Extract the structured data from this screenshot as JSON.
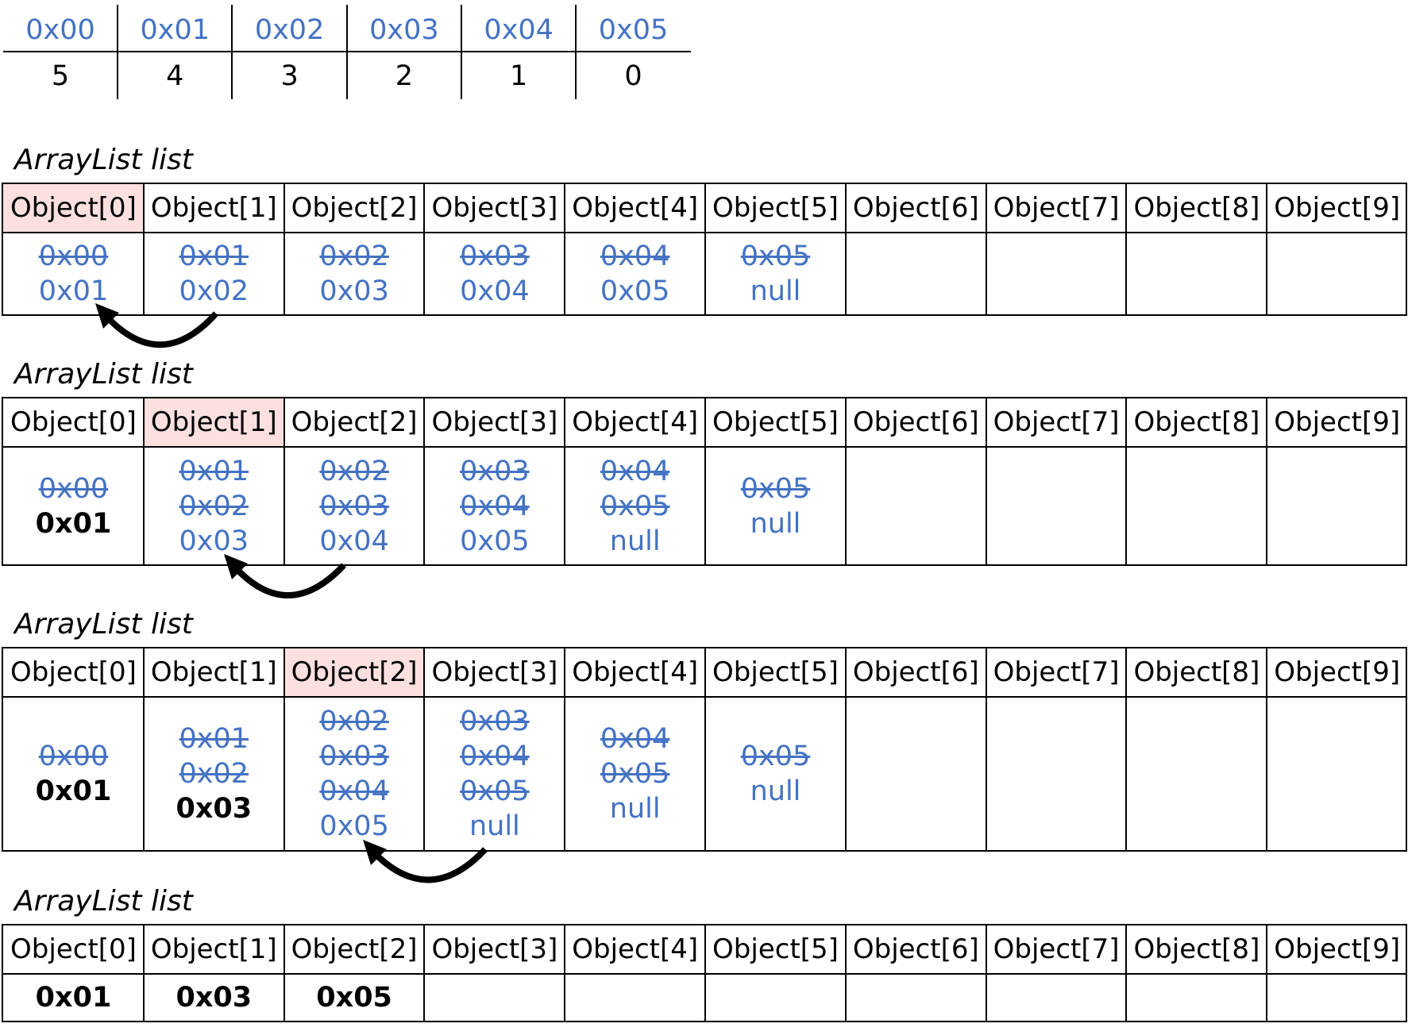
{
  "top_table": {
    "addresses": [
      "0x00",
      "0x01",
      "0x02",
      "0x03",
      "0x04",
      "0x05"
    ],
    "values": [
      "5",
      "4",
      "3",
      "2",
      "1",
      "0"
    ]
  },
  "steps": [
    {
      "title": "ArrayList list",
      "highlight": 0,
      "headers": [
        "Object[0]",
        "Object[1]",
        "Object[2]",
        "Object[3]",
        "Object[4]",
        "Object[5]",
        "Object[6]",
        "Object[7]",
        "Object[8]",
        "Object[9]"
      ],
      "cells": [
        [
          {
            "t": "0x00",
            "s": 1
          },
          {
            "t": "0x01"
          }
        ],
        [
          {
            "t": "0x01",
            "s": 1
          },
          {
            "t": "0x02"
          }
        ],
        [
          {
            "t": "0x02",
            "s": 1
          },
          {
            "t": "0x03"
          }
        ],
        [
          {
            "t": "0x03",
            "s": 1
          },
          {
            "t": "0x04"
          }
        ],
        [
          {
            "t": "0x04",
            "s": 1
          },
          {
            "t": "0x05"
          }
        ],
        [
          {
            "t": "0x05",
            "s": 1
          },
          {
            "t": "null"
          }
        ],
        [],
        [],
        [],
        []
      ]
    },
    {
      "title": "ArrayList list",
      "highlight": 1,
      "headers": [
        "Object[0]",
        "Object[1]",
        "Object[2]",
        "Object[3]",
        "Object[4]",
        "Object[5]",
        "Object[6]",
        "Object[7]",
        "Object[8]",
        "Object[9]"
      ],
      "cells": [
        [
          {
            "t": "0x00",
            "s": 1
          },
          {
            "t": "0x01",
            "b": 1
          }
        ],
        [
          {
            "t": "0x01",
            "s": 1
          },
          {
            "t": "0x02",
            "s": 1
          },
          {
            "t": "0x03"
          }
        ],
        [
          {
            "t": "0x02",
            "s": 1
          },
          {
            "t": "0x03",
            "s": 1
          },
          {
            "t": "0x04"
          }
        ],
        [
          {
            "t": "0x03",
            "s": 1
          },
          {
            "t": "0x04",
            "s": 1
          },
          {
            "t": "0x05"
          }
        ],
        [
          {
            "t": "0x04",
            "s": 1
          },
          {
            "t": "0x05",
            "s": 1
          },
          {
            "t": "null"
          }
        ],
        [
          {
            "t": "0x05",
            "s": 1
          },
          {
            "t": "null"
          }
        ],
        [],
        [],
        [],
        []
      ]
    },
    {
      "title": "ArrayList list",
      "highlight": 2,
      "headers": [
        "Object[0]",
        "Object[1]",
        "Object[2]",
        "Object[3]",
        "Object[4]",
        "Object[5]",
        "Object[6]",
        "Object[7]",
        "Object[8]",
        "Object[9]"
      ],
      "cells": [
        [
          {
            "t": "0x00",
            "s": 1
          },
          {
            "t": "0x01",
            "b": 1
          }
        ],
        [
          {
            "t": "0x01",
            "s": 1
          },
          {
            "t": "0x02",
            "s": 1
          },
          {
            "t": "0x03",
            "b": 1
          }
        ],
        [
          {
            "t": "0x02",
            "s": 1
          },
          {
            "t": "0x03",
            "s": 1
          },
          {
            "t": "0x04",
            "s": 1
          },
          {
            "t": "0x05"
          }
        ],
        [
          {
            "t": "0x03",
            "s": 1
          },
          {
            "t": "0x04",
            "s": 1
          },
          {
            "t": "0x05",
            "s": 1
          },
          {
            "t": "null"
          }
        ],
        [
          {
            "t": "0x04",
            "s": 1
          },
          {
            "t": "0x05",
            "s": 1
          },
          {
            "t": "null"
          }
        ],
        [
          {
            "t": "0x05",
            "s": 1
          },
          {
            "t": "null"
          }
        ],
        [],
        [],
        [],
        []
      ]
    },
    {
      "title": "ArrayList list",
      "highlight": -1,
      "headers": [
        "Object[0]",
        "Object[1]",
        "Object[2]",
        "Object[3]",
        "Object[4]",
        "Object[5]",
        "Object[6]",
        "Object[7]",
        "Object[8]",
        "Object[9]"
      ],
      "cells": [
        [
          {
            "t": "0x01",
            "b": 1
          }
        ],
        [
          {
            "t": "0x03",
            "b": 1
          }
        ],
        [
          {
            "t": "0x05",
            "b": 1
          }
        ],
        [],
        [],
        [],
        [],
        [],
        [],
        []
      ]
    }
  ],
  "colors": {
    "address_blue": "#4472C4",
    "highlight_pink": "#FCE0E0",
    "line": "#000000"
  }
}
